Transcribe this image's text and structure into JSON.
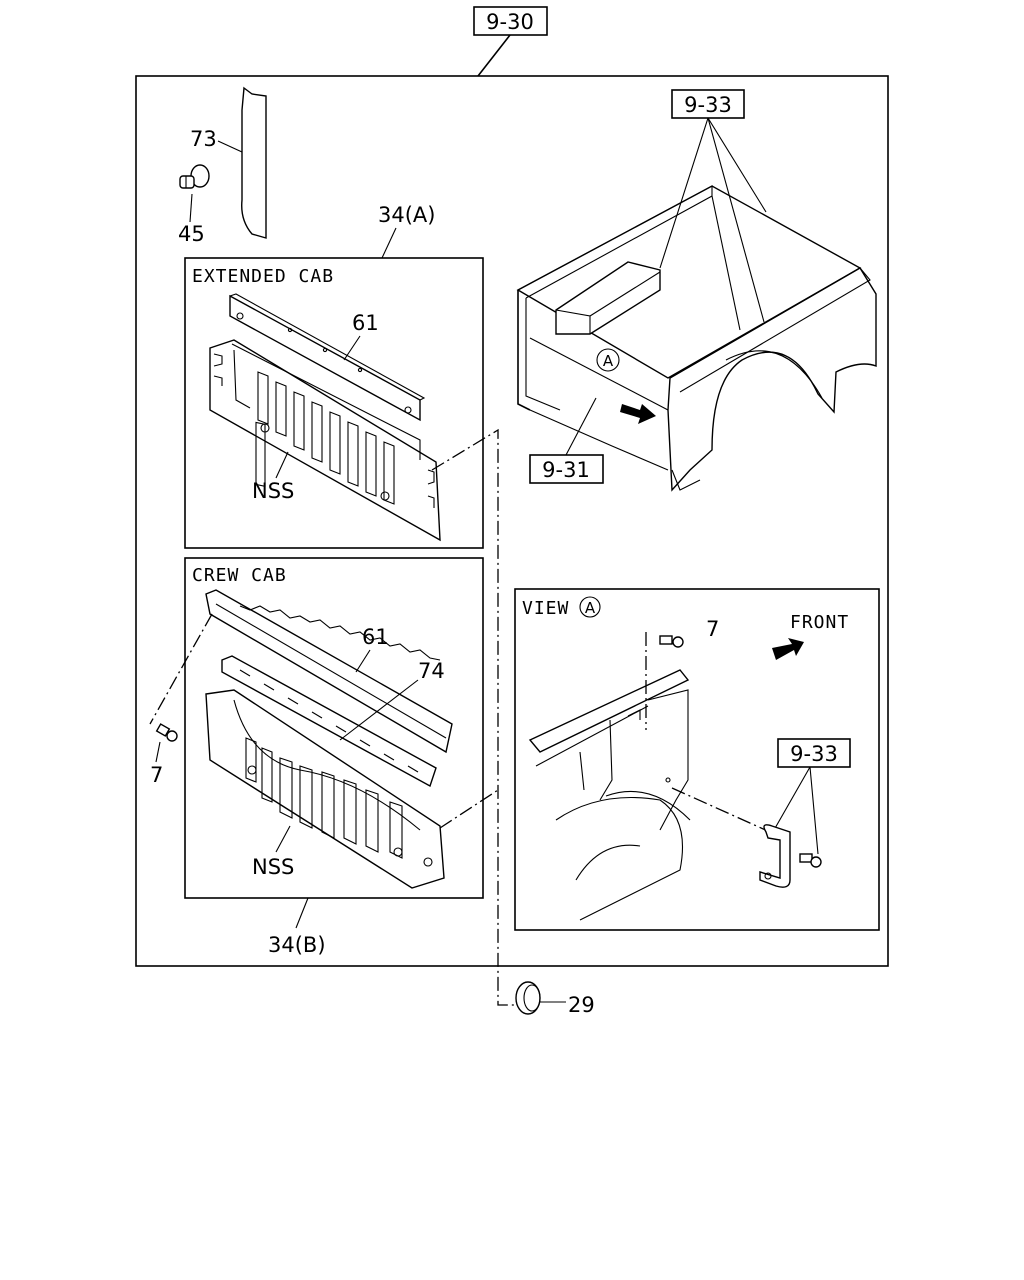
{
  "refs": {
    "main": "9-30",
    "bed_top": "9-33",
    "bed_side": "9-31",
    "view_ref": "9-33"
  },
  "boxes": {
    "extended_cab": "EXTENDED CAB",
    "crew_cab": "CREW CAB",
    "view": "VIEW",
    "view_marker": "A"
  },
  "labels": {
    "p73": "73",
    "p45": "45",
    "p34a": "34(A)",
    "p61_ext": "61",
    "nss_ext": "NSS",
    "p61_crew": "61",
    "p74": "74",
    "p7_left": "7",
    "nss_crew": "NSS",
    "p34b": "34(B)",
    "p29": "29",
    "p7_view": "7",
    "front": "FRONT",
    "marker_a": "A"
  }
}
